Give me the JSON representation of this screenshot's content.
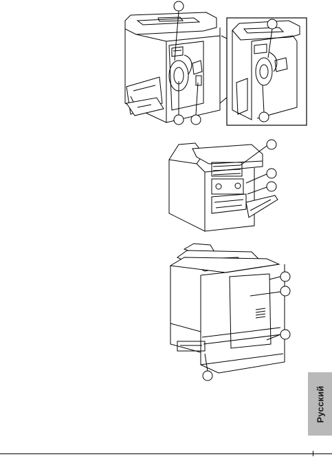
{
  "page": {
    "side_tab_label": "Русский"
  },
  "figures": [
    {
      "name": "figure-printer-open-side-doors",
      "callouts": 4
    },
    {
      "name": "figure-printer-rear-fuser",
      "callouts": 3
    },
    {
      "name": "figure-printer-rear-duplex-feeder",
      "callouts": 4
    }
  ]
}
